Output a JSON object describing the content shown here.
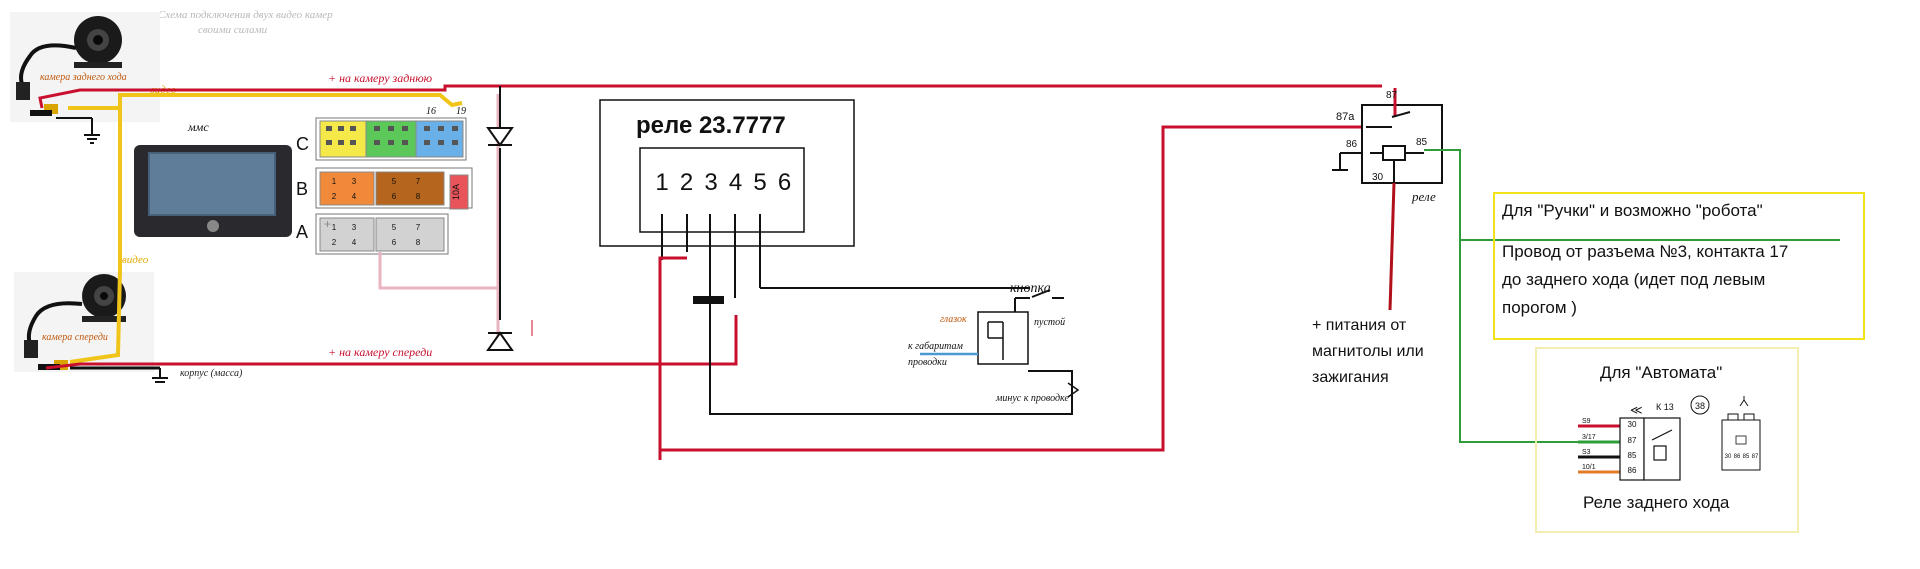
{
  "title": {
    "line1": "Схема подключения двух видео камер",
    "line2": "своими силами"
  },
  "cameras": {
    "rear_label": "камера заднего хода",
    "front_label": "камера спереди"
  },
  "wires": {
    "video_top": "видео",
    "video_mid": "видео",
    "plus_rear": "+ на камеру заднюю",
    "plus_front": "+ на камеру спереди",
    "ground_label": "корпус (масса)"
  },
  "head_unit": {
    "label": "ммс",
    "row_c": "C",
    "row_b": "B",
    "row_a": "A",
    "pin_16": "16",
    "pin_19": "19",
    "fuse": "10A",
    "plus_mark": "+",
    "b_pins": [
      "1",
      "3",
      "5",
      "7",
      "2",
      "4",
      "6",
      "8"
    ],
    "a_pins": [
      "1",
      "3",
      "5",
      "7",
      "2",
      "4",
      "6",
      "8"
    ]
  },
  "relay_box": {
    "title": "реле 23.7777",
    "pins": [
      "1",
      "2",
      "3",
      "4",
      "5",
      "6"
    ]
  },
  "switch": {
    "button": "кнопка",
    "lamp": "глазок",
    "empty": "пустой",
    "marker_line1": "к габаритам",
    "marker_line2": "проводки",
    "minus": "минус к проводке"
  },
  "relay_right": {
    "p87": "87",
    "p87a": "87a",
    "p86": "86",
    "p85": "85",
    "p30": "30",
    "label": "реле"
  },
  "power_note": {
    "line1": "+ питания от",
    "line2": "магнитолы или",
    "line3": "зажигания"
  },
  "handle_note": {
    "title": "Для \"Ручки\" и возможно \"робота\"",
    "line1": "Провод от разъема №3, контакта 17",
    "line2": "до заднего хода (идет под левым",
    "line3": "порогом )"
  },
  "auto_note": {
    "title": "Для \"Автомата\"",
    "k13": "К 13",
    "badge": "38",
    "wires": [
      "S9",
      "3/17",
      "S3",
      "10/1"
    ],
    "pins": [
      "30",
      "87",
      "85",
      "86"
    ],
    "mini_pins": [
      "30",
      "86",
      "85",
      "87"
    ],
    "caption": "Реле заднего хода"
  },
  "colors": {
    "red": "#c8102e",
    "dark_red": "#b0101a",
    "black": "#111111",
    "yellow": "#f0c419",
    "green": "#2e9d3a",
    "pink": "#e8b4c0",
    "orange": "#e07b2a"
  }
}
